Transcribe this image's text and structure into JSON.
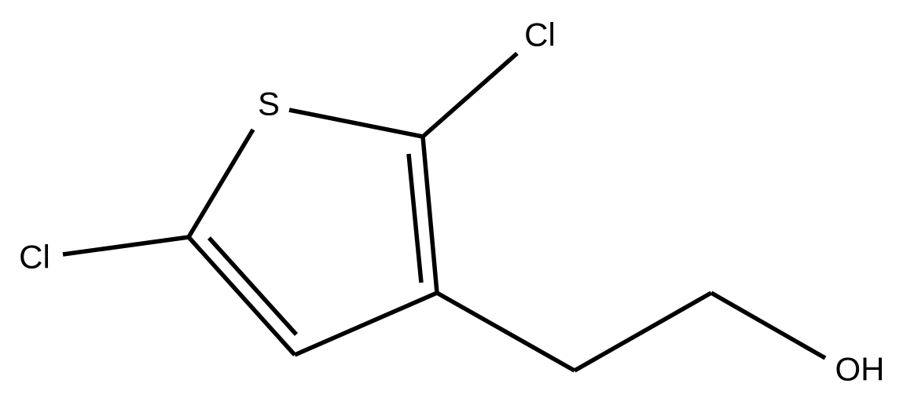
{
  "molecule": {
    "atoms": {
      "S": "S",
      "Cl_top": "Cl",
      "Cl_left": "Cl",
      "OH": "OH"
    }
  },
  "colors": {
    "bond": "#000000",
    "label": "#000000",
    "background": "#ffffff"
  }
}
